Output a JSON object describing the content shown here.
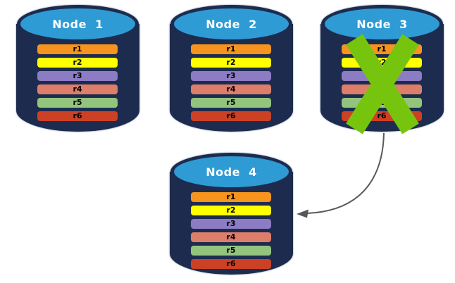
{
  "diagram": {
    "title_text_color": "#FFFFFF",
    "bar_text_color": "#000000",
    "cylinder_body_color": "#1D2C4E",
    "cylinder_top_color": "#2E9BD5",
    "nodes": [
      {
        "title": "Node  1",
        "rows": [
          {
            "label": "r1",
            "color": "#F7941E"
          },
          {
            "label": "r2",
            "color": "#FFFF00"
          },
          {
            "label": "r3",
            "color": "#8B7CC3"
          },
          {
            "label": "r4",
            "color": "#DD7E6B"
          },
          {
            "label": "r5",
            "color": "#93C47D"
          },
          {
            "label": "r6",
            "color": "#CC4125"
          }
        ]
      },
      {
        "title": "Node  2",
        "rows": [
          {
            "label": "r1",
            "color": "#F7941E"
          },
          {
            "label": "r2",
            "color": "#FFFF00"
          },
          {
            "label": "r3",
            "color": "#8B7CC3"
          },
          {
            "label": "r4",
            "color": "#DD7E6B"
          },
          {
            "label": "r5",
            "color": "#93C47D"
          },
          {
            "label": "r6",
            "color": "#CC4125"
          }
        ]
      },
      {
        "title": "Node  3",
        "failed": true,
        "rows": [
          {
            "label": "r1",
            "color": "#F7941E"
          },
          {
            "label": "r2",
            "color": "#FFFF00"
          },
          {
            "label": "r3",
            "color": "#8B7CC3"
          },
          {
            "label": "r4",
            "color": "#DD7E6B"
          },
          {
            "label": "r5",
            "color": "#93C47D"
          },
          {
            "label": "r6",
            "color": "#CC4125"
          }
        ]
      },
      {
        "title": "Node  4",
        "rows": [
          {
            "label": "r1",
            "color": "#F7941E"
          },
          {
            "label": "r2",
            "color": "#FFFF00"
          },
          {
            "label": "r3",
            "color": "#8B7CC3"
          },
          {
            "label": "r4",
            "color": "#DD7E6B"
          },
          {
            "label": "r5",
            "color": "#93C47D"
          },
          {
            "label": "r6",
            "color": "#CC4125"
          }
        ]
      }
    ],
    "failure_mark": {
      "icon": "x-mark-icon",
      "on_node": "Node  3",
      "color": "#77C40F"
    },
    "arrow": {
      "from": "Node  3",
      "to": "Node  4",
      "color": "#595959"
    }
  }
}
